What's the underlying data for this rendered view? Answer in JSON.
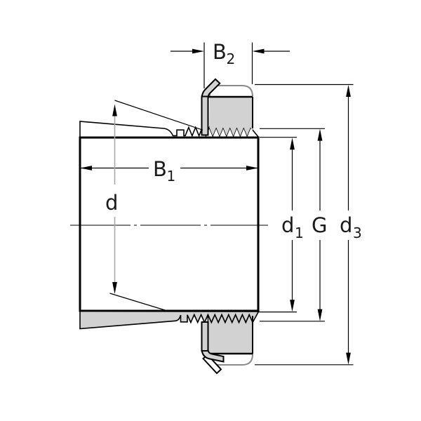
{
  "drawing": {
    "labels": {
      "b2": {
        "main": "B",
        "sub": "2"
      },
      "b1": {
        "main": "B",
        "sub": "1"
      },
      "d": {
        "main": "d"
      },
      "d1": {
        "main": "d",
        "sub": "1"
      },
      "g": {
        "main": "G"
      },
      "d3": {
        "main": "d",
        "sub": "3"
      }
    },
    "colors": {
      "outline": "#000000",
      "section_fill": "#d2d2d2",
      "secondary_outline": "#8a8a8a",
      "dim_line_gray": "#a9a9a9",
      "background": "#ffffff",
      "text": "#1a1a1a"
    }
  }
}
